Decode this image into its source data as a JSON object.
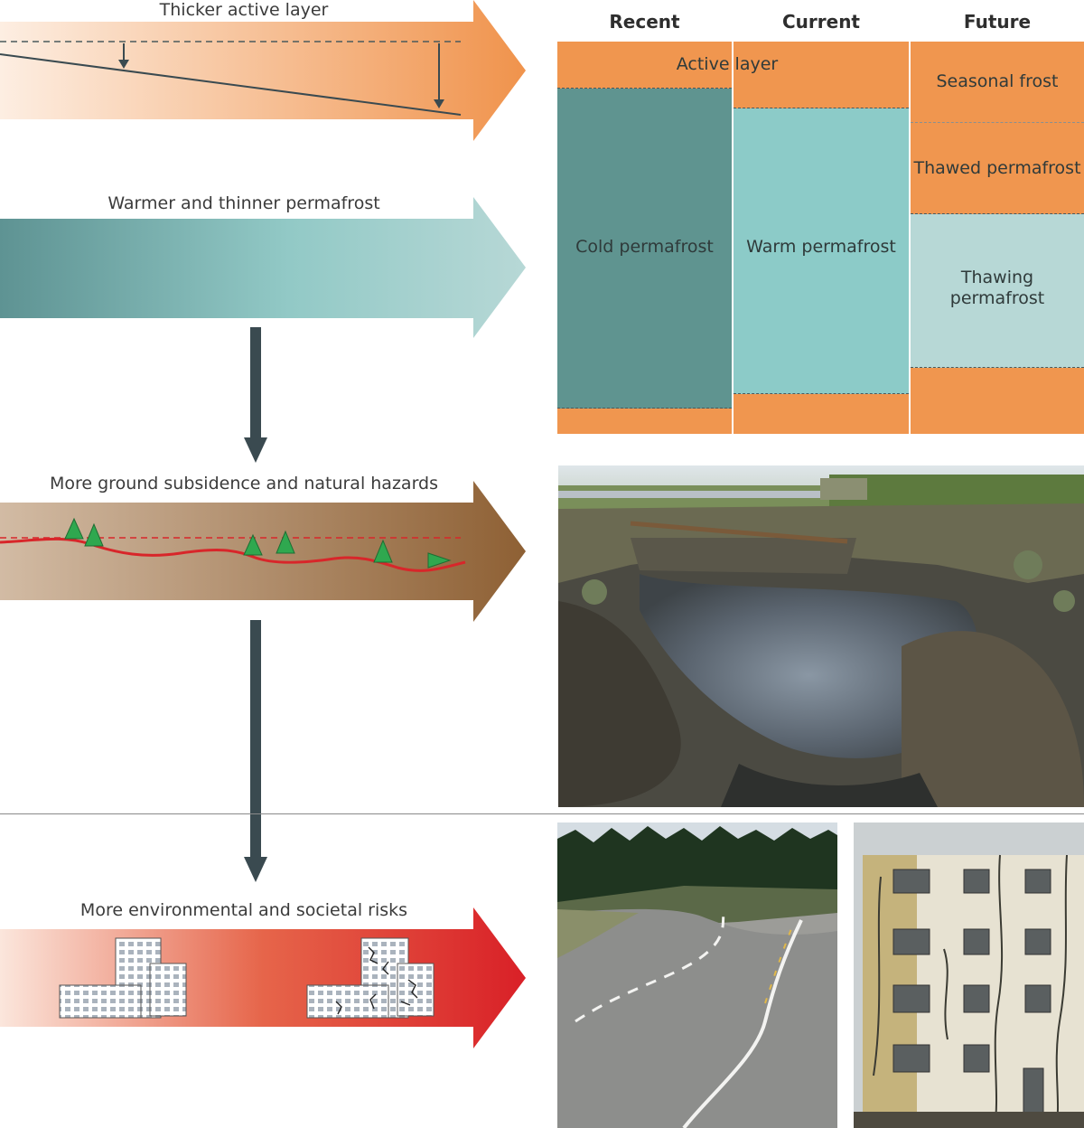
{
  "arrows": [
    {
      "label": "Thicker active layer",
      "colors": [
        "#fdeee2",
        "#f0934c"
      ]
    },
    {
      "label": "Warmer and thinner permafrost",
      "colors": [
        "#5e9393",
        "#b7d8d6"
      ]
    },
    {
      "label": "More ground subsidence and natural hazards",
      "colors": [
        "#d2bba4",
        "#8e6034"
      ]
    },
    {
      "label": "More environmental and societal risks",
      "colors": [
        "#fbe6dc",
        "#d92027"
      ]
    }
  ],
  "columns": {
    "recent": {
      "title": "Recent"
    },
    "current": {
      "title": "Current"
    },
    "future": {
      "title": "Future"
    }
  },
  "zones": {
    "active_layer": "Active layer",
    "cold_permafrost": "Cold permafrost",
    "warm_permafrost": "Warm permafrost",
    "seasonal_frost": "Seasonal frost",
    "thawed_permafrost": "Thawed permafrost",
    "thawing_permafrost": "Thawing permafrost"
  },
  "colors": {
    "orange": "#f0964f",
    "cold": "#5f9490",
    "warm": "#8ccbc8",
    "thawing": "#b7d8d6",
    "arrow_down": "#3a4a50",
    "subsidence_line": "#d8262a",
    "tree": "#2fa84f"
  },
  "photos": [
    {
      "name": "thaw-slump-photo"
    },
    {
      "name": "damaged-road-photo"
    },
    {
      "name": "cracked-building-photo"
    }
  ]
}
